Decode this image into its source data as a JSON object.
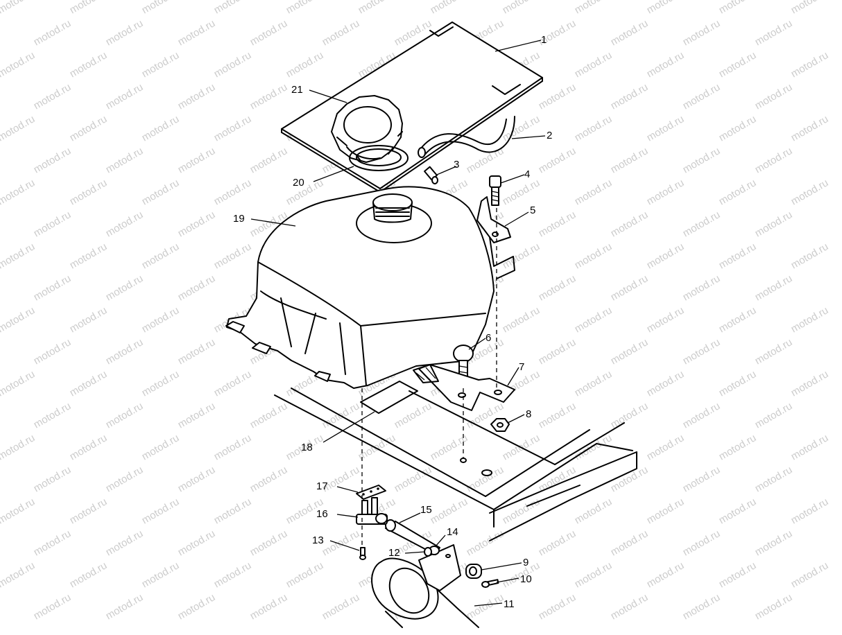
{
  "watermark": {
    "text": "motod.ru",
    "color": "#cccccc"
  },
  "colors": {
    "line": "#000000",
    "background": "#ffffff"
  },
  "callouts": [
    {
      "num": "1",
      "part": "heat-shield-pad"
    },
    {
      "num": "2",
      "part": "vent-hose"
    },
    {
      "num": "3",
      "part": "vent-fitting"
    },
    {
      "num": "4",
      "part": "upper-bolt"
    },
    {
      "num": "5",
      "part": "upper-bracket"
    },
    {
      "num": "6",
      "part": "lower-bolt"
    },
    {
      "num": "7",
      "part": "lower-bracket"
    },
    {
      "num": "8",
      "part": "nut"
    },
    {
      "num": "9",
      "part": "clamp"
    },
    {
      "num": "10",
      "part": "clamp-screw"
    },
    {
      "num": "11",
      "part": "frame-tube"
    },
    {
      "num": "12",
      "part": "washer"
    },
    {
      "num": "13",
      "part": "petcock-screw"
    },
    {
      "num": "14",
      "part": "lock-nut"
    },
    {
      "num": "15",
      "part": "control-rod"
    },
    {
      "num": "16",
      "part": "fuel-petcock"
    },
    {
      "num": "17",
      "part": "petcock-plate"
    },
    {
      "num": "18",
      "part": "tank-pad"
    },
    {
      "num": "19",
      "part": "fuel-tank"
    },
    {
      "num": "20",
      "part": "gasket"
    },
    {
      "num": "21",
      "part": "fuel-cap"
    }
  ]
}
